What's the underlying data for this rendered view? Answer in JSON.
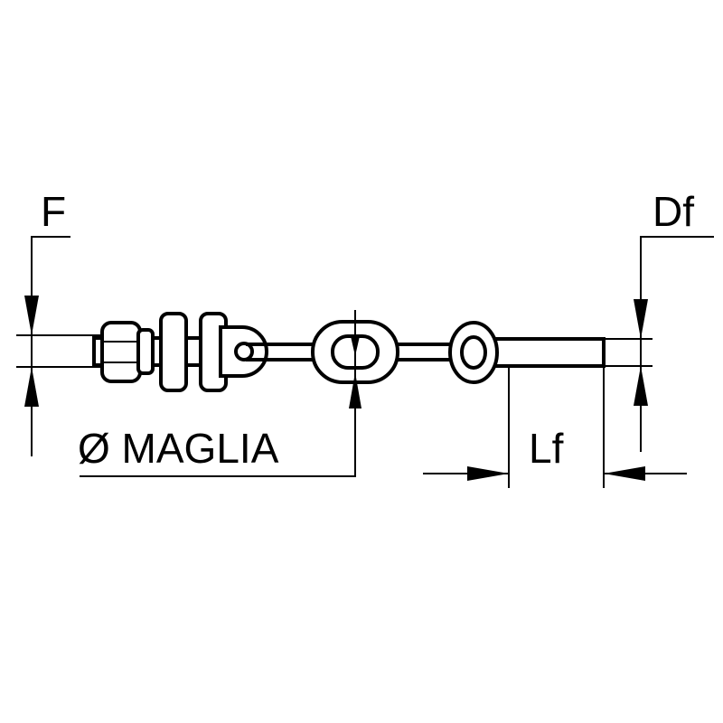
{
  "labels": {
    "f": "F",
    "df": "Df",
    "maglia": "Ø MAGLIA",
    "lf": "Lf"
  }
}
